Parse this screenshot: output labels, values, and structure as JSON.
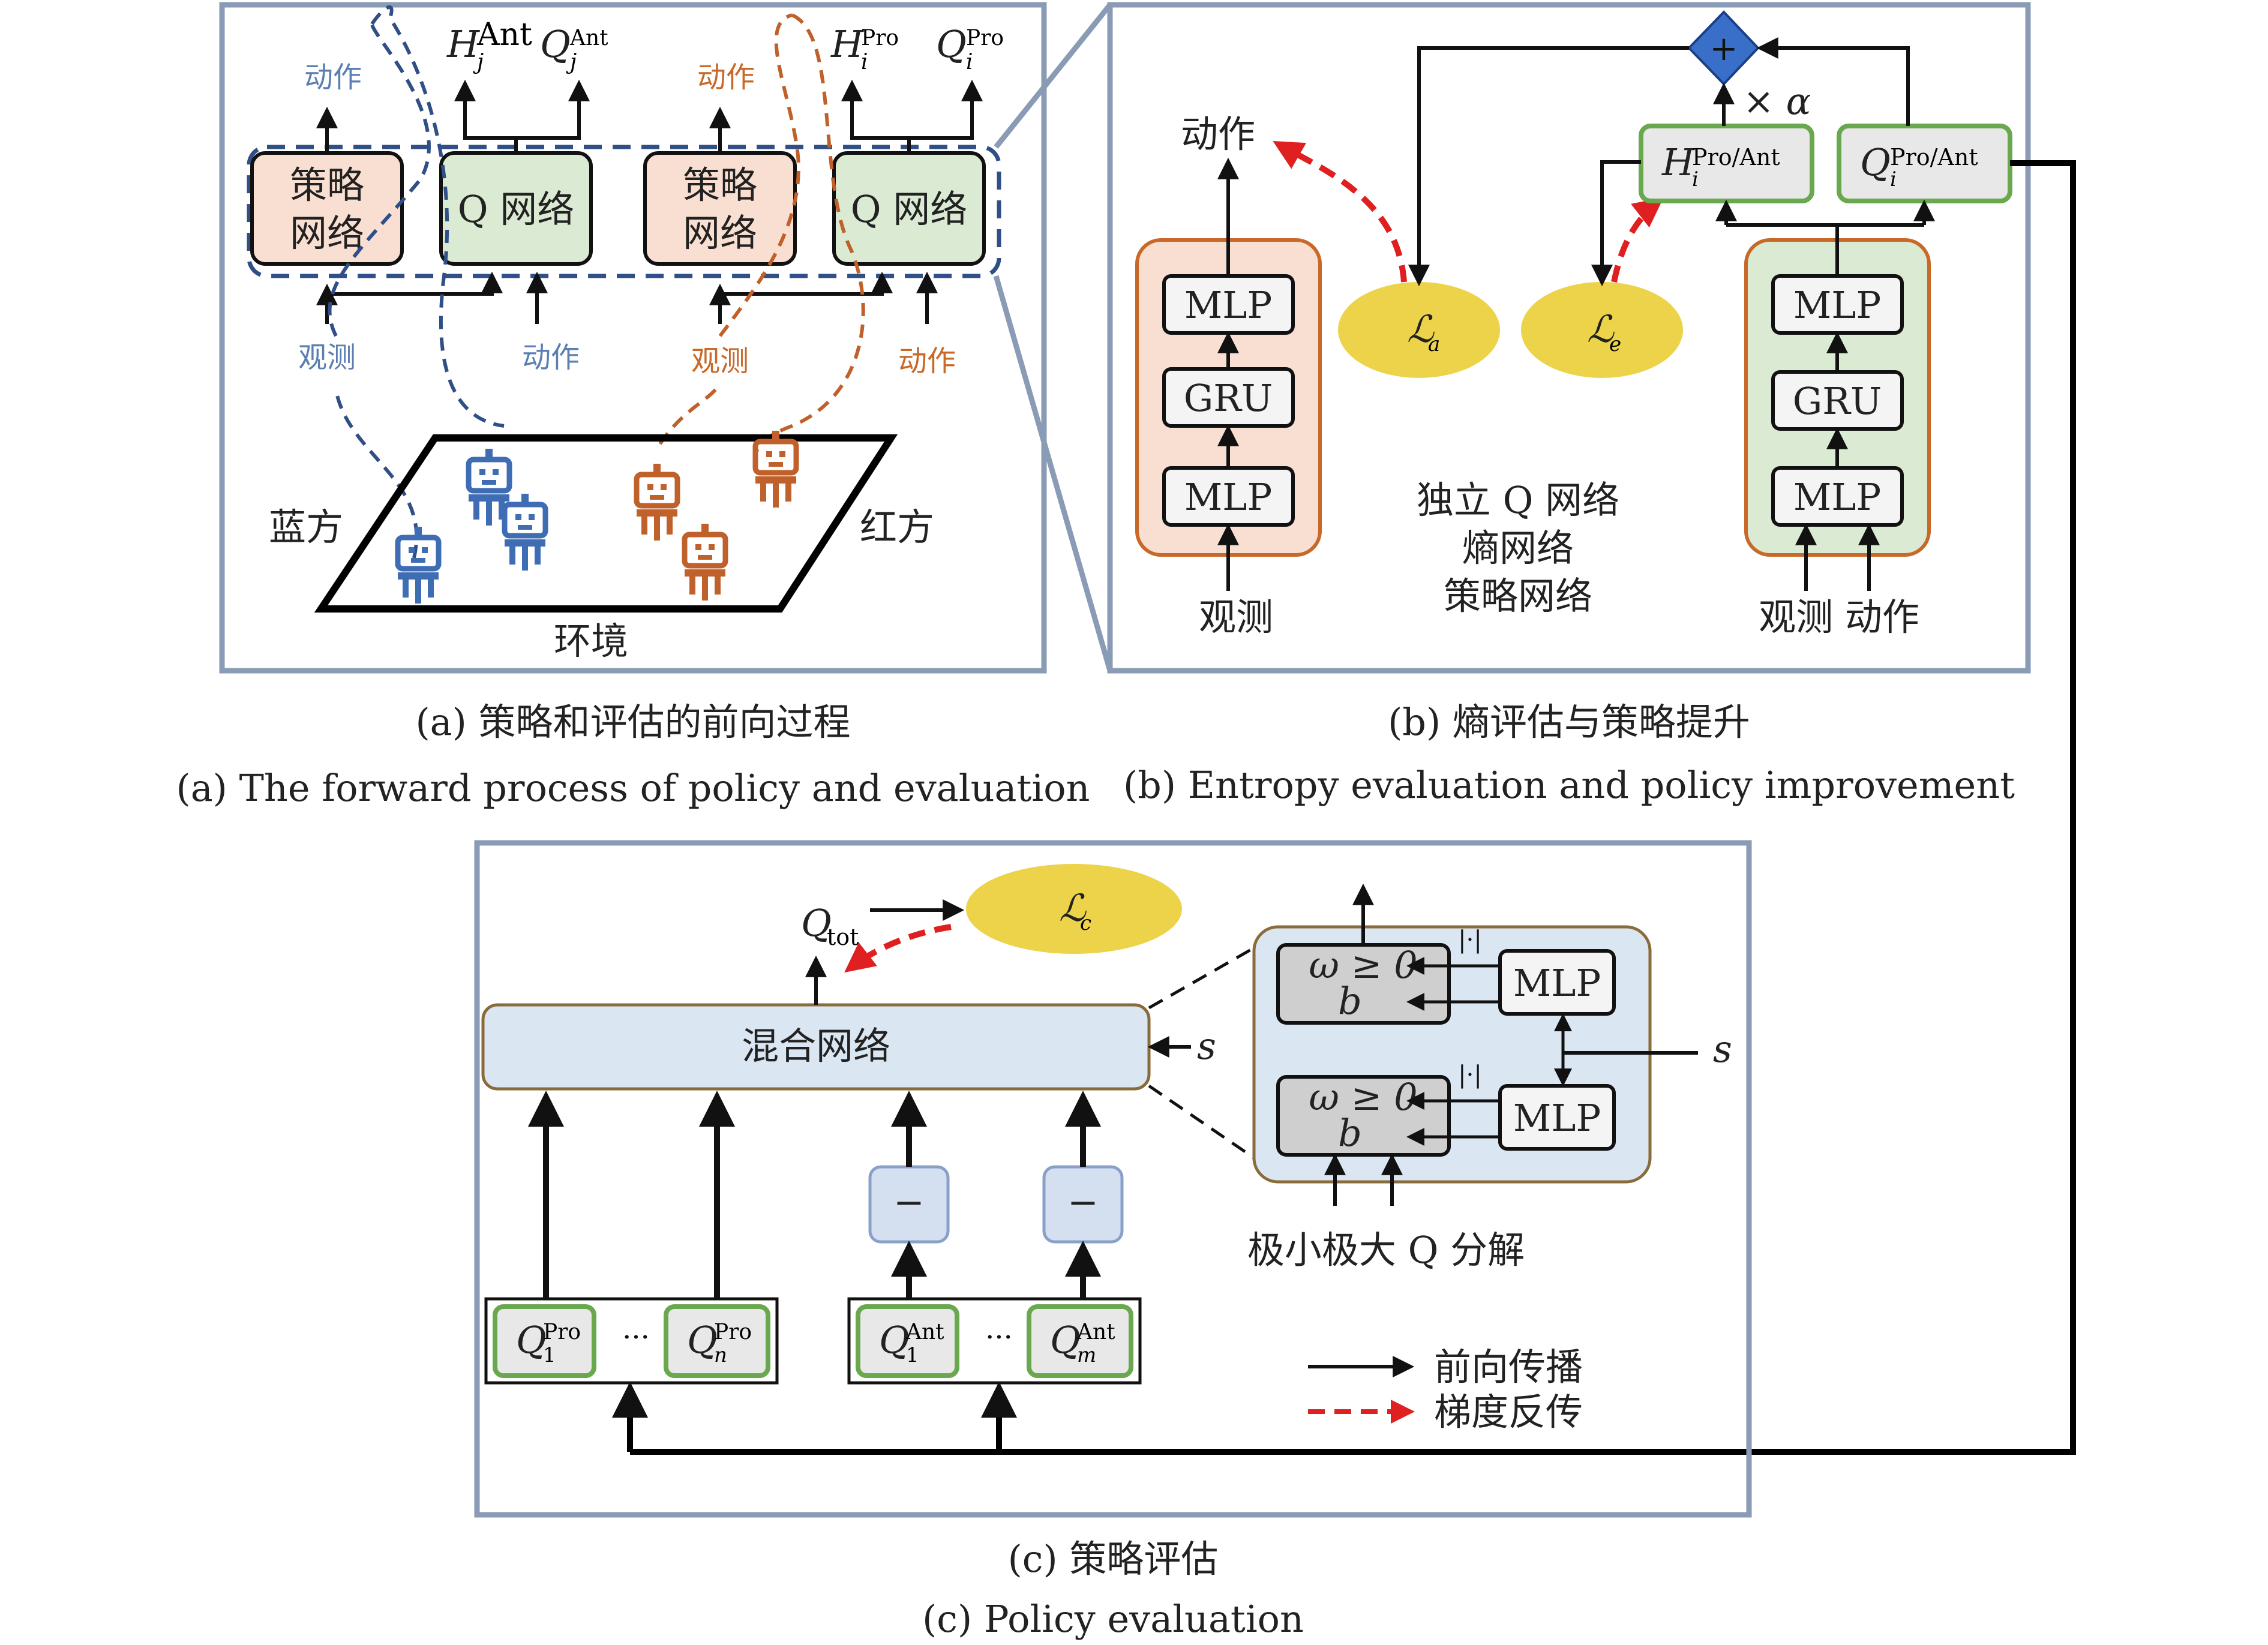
{
  "panel_a": {
    "caption_cn": "(a) 策略和评估的前向过程",
    "caption_en": "(a) The forward process of policy and evaluation",
    "policy_net": "策略",
    "policy_net2": "网络",
    "q_net": "Q 网络",
    "action": "动作",
    "observe": "观测",
    "blue_team": "蓝方",
    "red_team": "红方",
    "environment": "环境",
    "h_label": "H",
    "q_label": "Q",
    "sup_ant": "Ant",
    "sup_pro": "Pro",
    "sub_j": "j",
    "sub_i": "i"
  },
  "panel_b": {
    "caption_cn": "(b) 熵评估与策略提升",
    "caption_en": "(b) Entropy evaluation and policy improvement",
    "mlp": "MLP",
    "gru": "GRU",
    "action": "动作",
    "observe": "观测",
    "observe_action": "观测  动作",
    "loss_a": "ℒ",
    "loss_a_sub": "a",
    "loss_e": "ℒ",
    "loss_e_sub": "e",
    "times_alpha": "× α",
    "plus": "+",
    "h_label": "H",
    "q_label": "Q",
    "sup_pro_ant": "Pro/Ant",
    "sub_i": "i",
    "legend_line1": "独立 Q 网络",
    "legend_line2": "熵网络",
    "legend_line3": "策略网络"
  },
  "panel_c": {
    "caption_cn": "(c) 策略评估",
    "caption_en": "(c) Policy evaluation",
    "mixing": "混合网络",
    "q_tot": "Q",
    "q_tot_sub": "tot",
    "loss_c": "ℒ",
    "loss_c_sub": "c",
    "s": "s",
    "minus": "−",
    "dots": "···",
    "q_label": "Q",
    "sup_pro": "Pro",
    "sup_ant": "Ant",
    "sub_1": "1",
    "sub_n": "n",
    "sub_m": "m",
    "mlp": "MLP",
    "omega": "ω ≥ 0",
    "b": "b",
    "abs": "|·|",
    "minimax": "极小极大 Q 分解",
    "legend_forward": "前向传播",
    "legend_backward": "梯度反传"
  },
  "colors": {
    "frame": "#8a9bb5",
    "policy_fill": "#f9dfd2",
    "q_fill": "#dbead3",
    "q_stroke": "#111111",
    "loss_fill": "#ecd34a",
    "mix_fill": "#dbe6f3",
    "diamond": "#3a6fc9",
    "green_border": "#6aa84f",
    "orange_border": "#c8692a",
    "red_arrow": "#e02020",
    "blue_dash": "#2f4f86",
    "orange_dash": "#c0602a"
  }
}
